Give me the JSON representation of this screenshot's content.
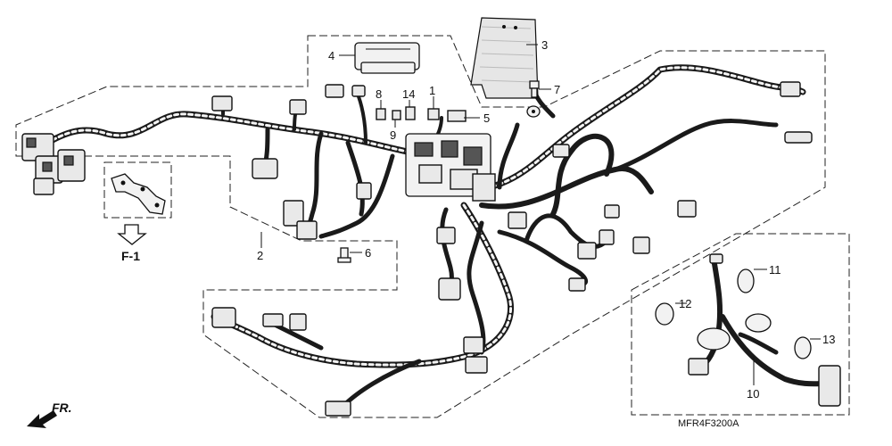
{
  "diagram": {
    "type": "parts-exploded-view",
    "subject": "wire harness",
    "part_callouts": [
      "1",
      "2",
      "3",
      "4",
      "5",
      "6",
      "7",
      "8",
      "9",
      "10",
      "11",
      "12",
      "13",
      "14"
    ],
    "reference_label": "F-1",
    "direction_label": "FR.",
    "drawing_code": "MFR4F3200A"
  }
}
